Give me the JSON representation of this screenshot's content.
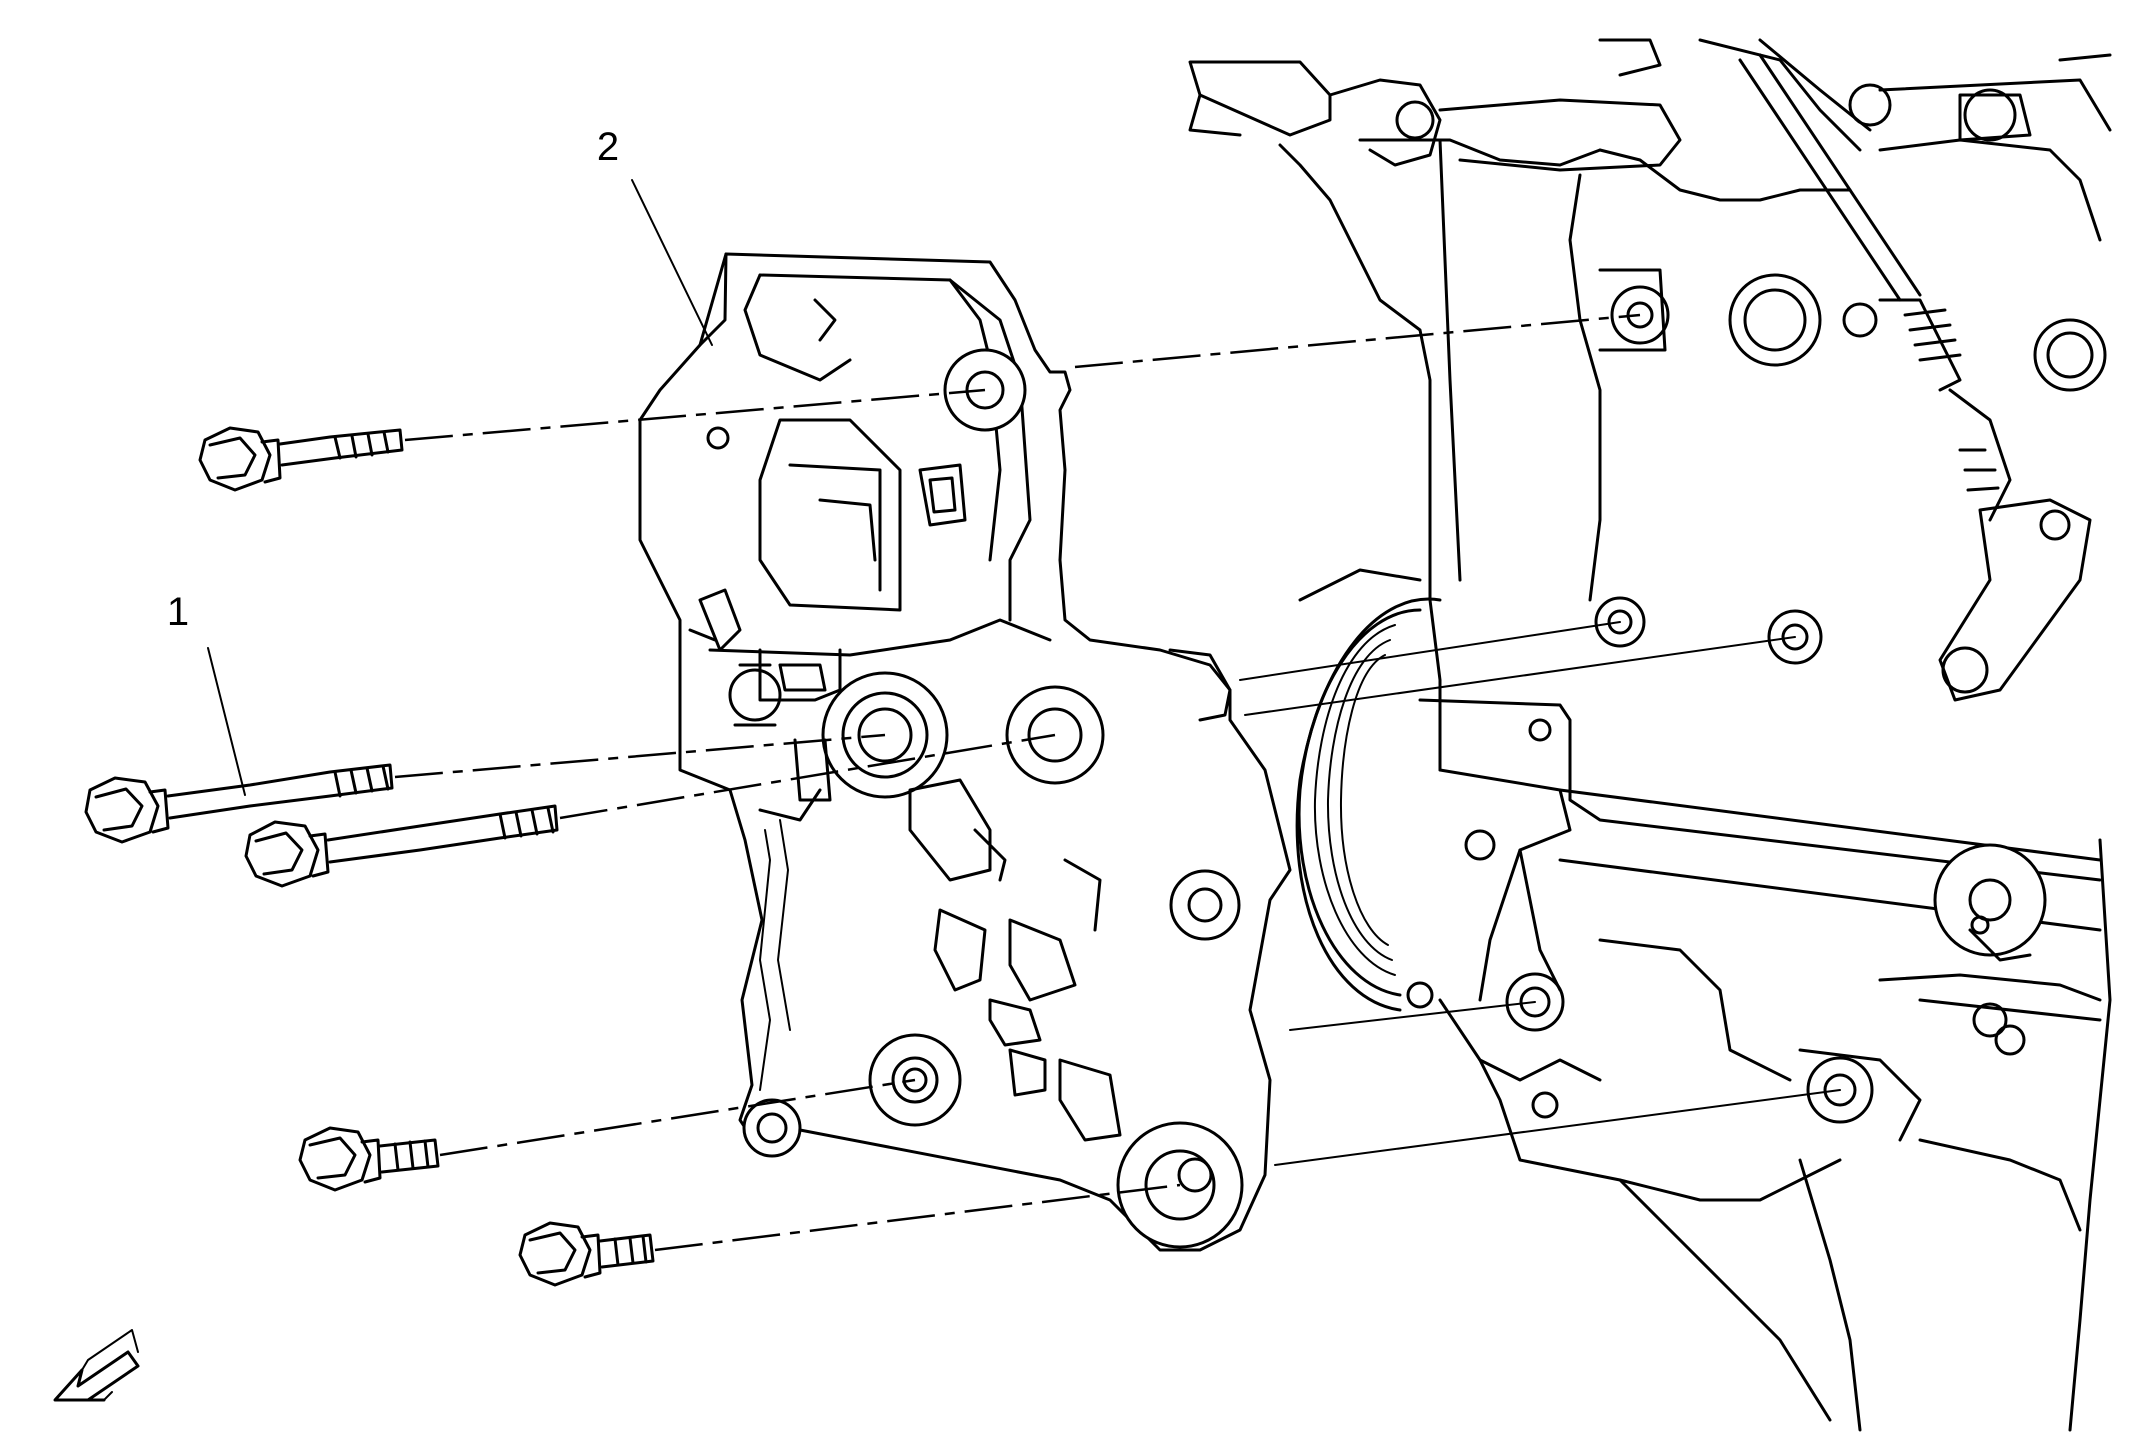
{
  "callouts": [
    {
      "id": "1",
      "text": "1"
    },
    {
      "id": "2",
      "text": "2"
    }
  ],
  "icons": {
    "direction_arrow": "front-direction-arrow-icon"
  }
}
